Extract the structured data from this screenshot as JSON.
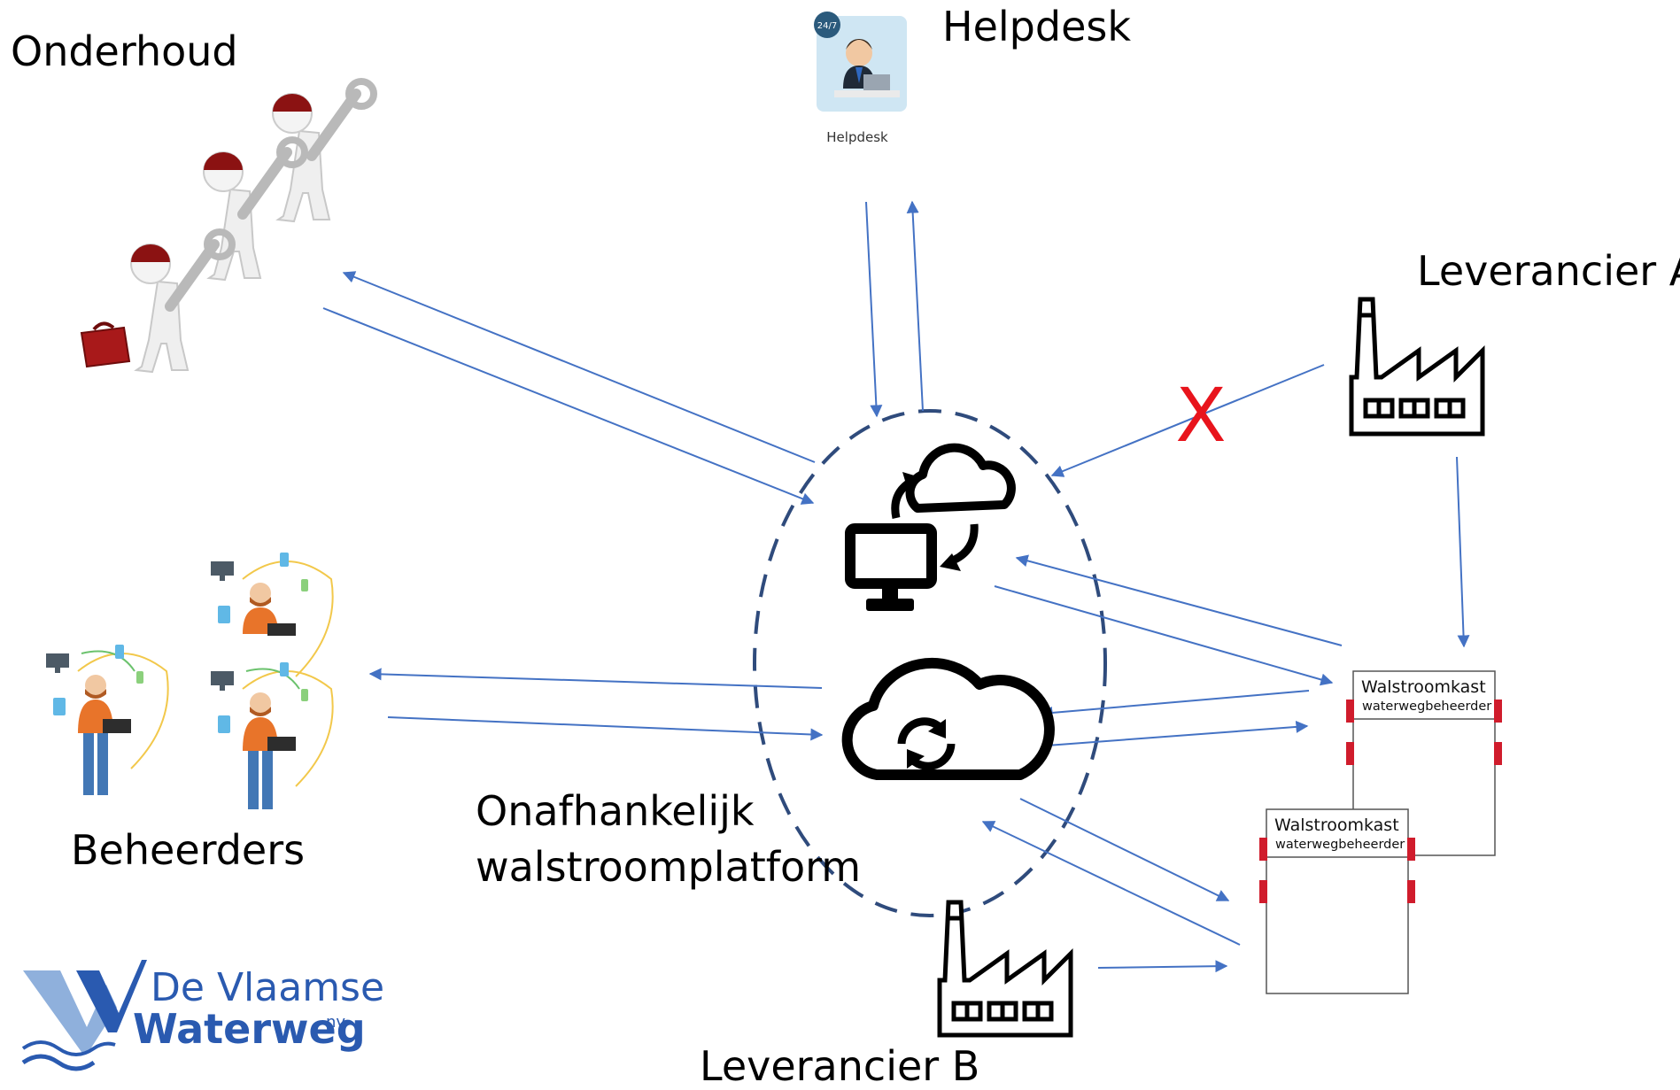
{
  "labels": {
    "onderhoud": "Onderhoud",
    "helpdesk": "Helpdesk",
    "leverancier_a": "Leverancier A",
    "beheerders": "Beheerders",
    "platform_line1": "Onafhankelijk",
    "platform_line2": "walstroomplatform",
    "leverancier_b": "Leverancier B"
  },
  "helpdesk_icon": {
    "badge": "24/7",
    "caption": "Helpdesk"
  },
  "walstroomkasten": [
    {
      "title": "Walstroomkast",
      "subtitle": "waterwegbeheerder"
    },
    {
      "title": "Walstroomkast",
      "subtitle": "waterwegbeheerder"
    }
  ],
  "blocked_connection_mark": "X",
  "logo": {
    "line1": "De Vlaamse",
    "line2": "Waterweg",
    "suffix": "nv"
  },
  "colors": {
    "arrow": "#4472c4",
    "dashed_circle": "#2f4b7c",
    "blocked_mark": "#e8141c",
    "logo": "#2a5ab0",
    "kast_port": "#d01c2c",
    "shirt": "#e8742a"
  },
  "icons": [
    "maintenance-workers-icon",
    "helpdesk-icon",
    "factory-icon",
    "computer-sync-icon",
    "cloud-sync-icon",
    "managers-icon",
    "logo"
  ]
}
